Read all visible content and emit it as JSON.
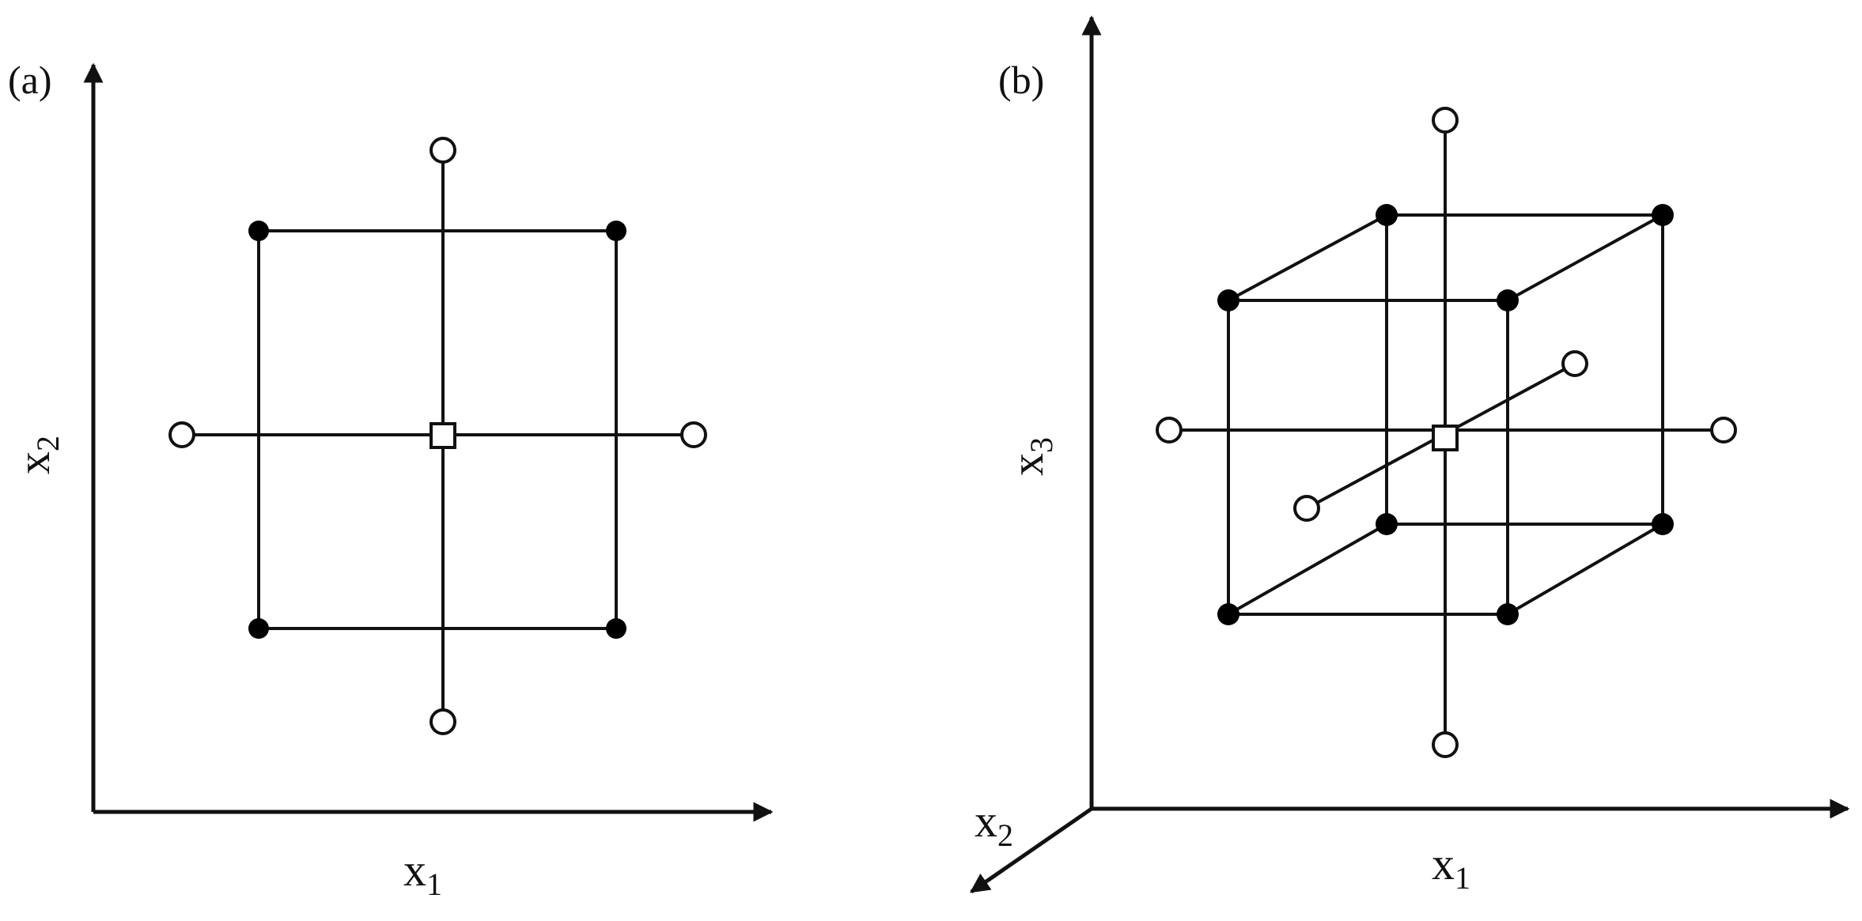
{
  "panel_a": {
    "label": "(a)",
    "axis_x": {
      "base": "x",
      "sub": "1"
    },
    "axis_y": {
      "base": "x",
      "sub": "2"
    }
  },
  "panel_b": {
    "label": "(b)",
    "axis_x": {
      "base": "x",
      "sub": "1"
    },
    "axis_y": {
      "base": "x",
      "sub": "2"
    },
    "axis_z": {
      "base": "x",
      "sub": "3"
    }
  },
  "colors": {
    "line": "#111111",
    "filled_point": "#000000",
    "open_point": "#ffffff"
  },
  "legend_symbols": {
    "factorial_point": "filled-circle",
    "axial_point": "open-circle",
    "center_point": "open-square"
  }
}
